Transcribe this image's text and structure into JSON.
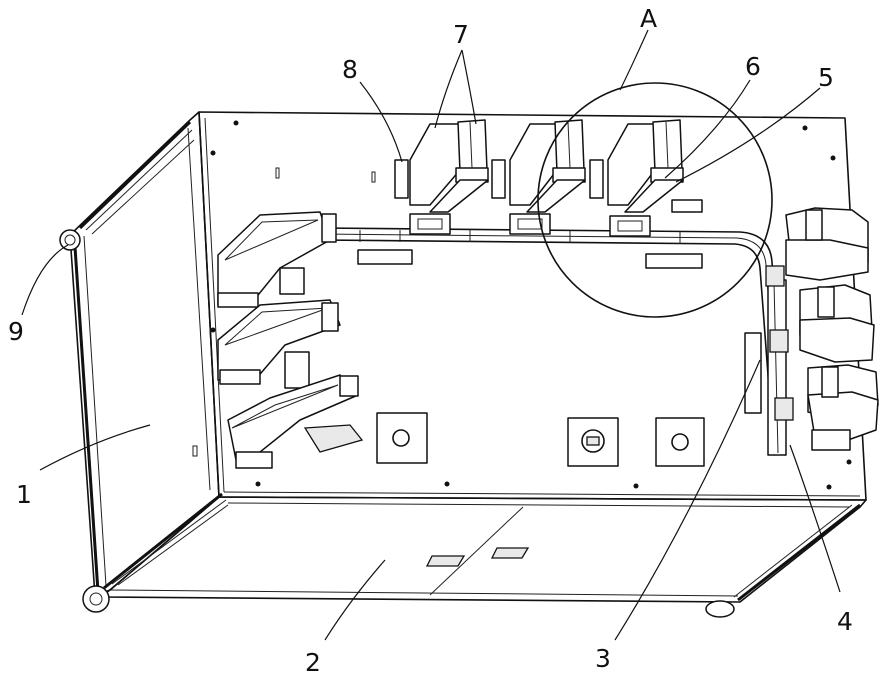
{
  "labels": {
    "l1": "1",
    "l2": "2",
    "l3": "3",
    "l4": "4",
    "l5": "5",
    "l6": "6",
    "l7": "7",
    "l8": "8",
    "l9": "9",
    "lA": "A"
  }
}
